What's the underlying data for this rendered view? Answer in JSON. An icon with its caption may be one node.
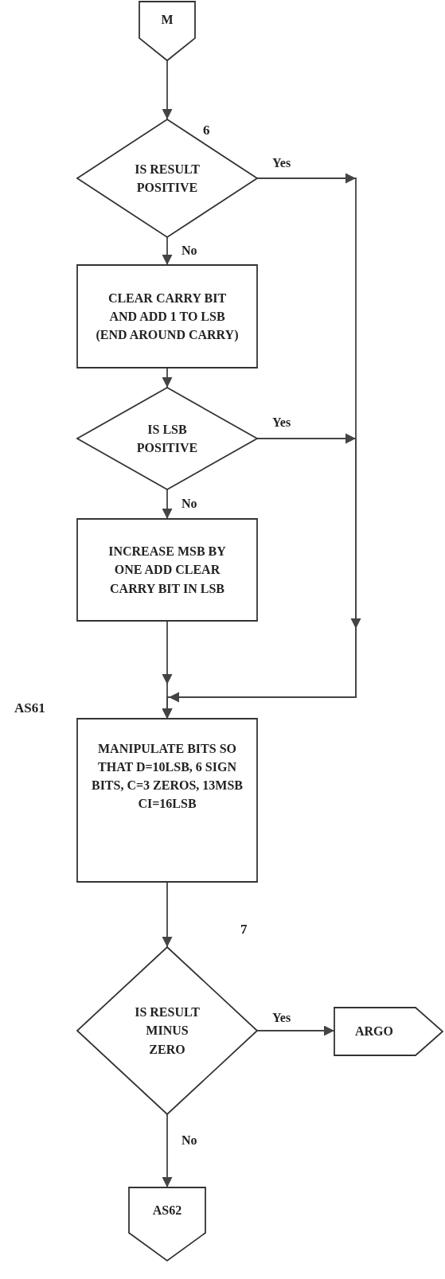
{
  "diagram": {
    "nodes": [
      {
        "text": [
          "M"
        ]
      },
      {
        "text": [
          "IS RESULT POSITIVE"
        ],
        "beside": [
          "6"
        ]
      },
      {
        "text": [
          "CLEAR CARRY BIT AND ADD 1 TO LSB (END AROUND CARRY)"
        ]
      },
      {
        "text": [
          "IS LSB POSITIVE"
        ]
      },
      {
        "text": [
          "INCREASE MSB BY ONE ADD CLEAR CARRY BIT IN LSB"
        ]
      },
      {
        "text": [
          "MANIPULATE BITS SO THAT D=10LSB, 6 SIGN BITS, C=3 ZEROS, 13MSB CI=16LSB"
        ],
        "beside": [
          "AS61"
        ]
      },
      {
        "text": [
          "IS RESULT MINUS ZERO"
        ],
        "beside": [
          "7"
        ]
      },
      {
        "text": [
          "ARGO"
        ]
      },
      {
        "text": [
          "AS62"
        ]
      }
    ],
    "edges": [
      {
        "from": 0,
        "to": 1,
        "arrow": "to"
      },
      {
        "from": 1,
        "to": 2,
        "arrow": "to",
        "label": "No"
      },
      {
        "from": 1,
        "to": 5,
        "arrow": "to",
        "label": "Yes"
      },
      {
        "from": 2,
        "to": 3,
        "arrow": "to"
      },
      {
        "from": 3,
        "to": 4,
        "arrow": "to",
        "label": "No"
      },
      {
        "from": 3,
        "to": 5,
        "arrow": "to",
        "label": "Yes"
      },
      {
        "from": 4,
        "to": 5,
        "arrow": "to"
      },
      {
        "from": 5,
        "to": 6,
        "arrow": "to"
      },
      {
        "from": 6,
        "to": 7,
        "arrow": "to",
        "label": "Yes"
      },
      {
        "from": 6,
        "to": 8,
        "arrow": "to",
        "label": "No"
      }
    ]
  }
}
